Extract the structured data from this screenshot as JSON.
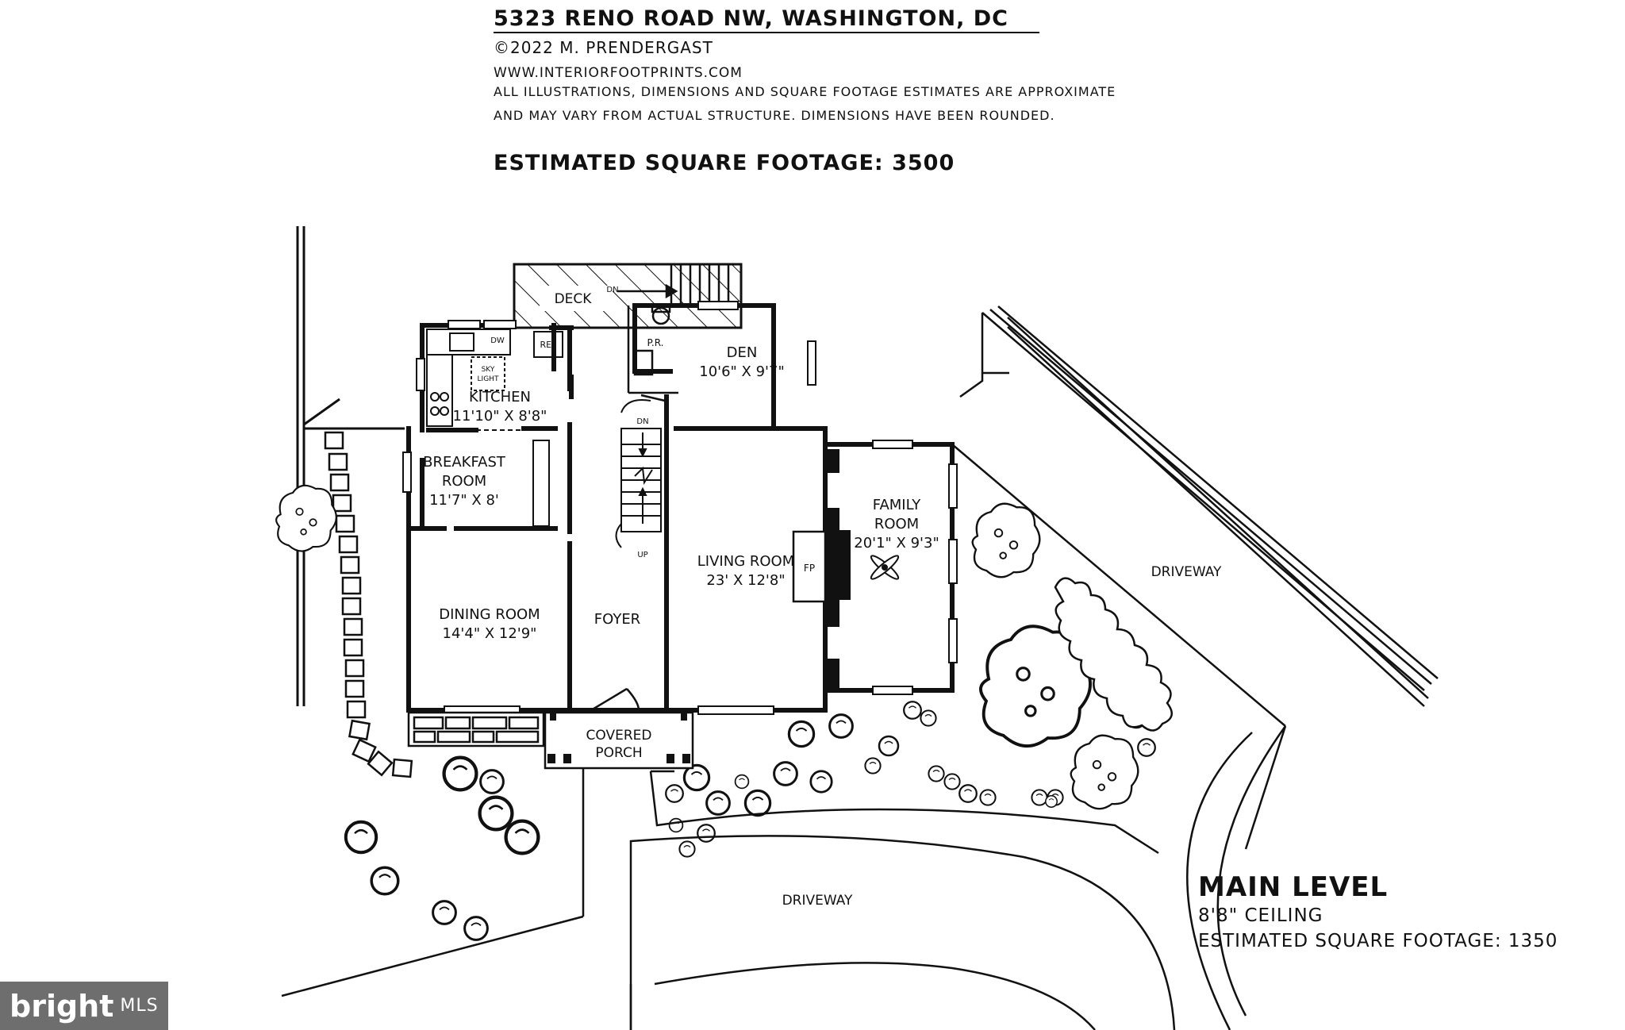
{
  "header": {
    "address": "5323 Reno Road NW, Washington, DC",
    "copyright": "©2022 M. Prendergast",
    "website": "www.interiorfootprints.com",
    "disclaimer_line1": "All illustrations, dimensions and square footage estimates are approximate",
    "disclaimer_line2": "and may vary from actual structure. Dimensions have been rounded.",
    "total_sqft": "Estimated Square Footage: 3500"
  },
  "rooms": {
    "deck": "Deck",
    "deck_stairs": "DN",
    "powder_room": "P.R.",
    "den": {
      "name": "Den",
      "dims": "10'6\" x 9'7\""
    },
    "kitchen": {
      "name": "Kitchen",
      "dims": "11'10\" x 8'8\""
    },
    "skylight_1": "Sky",
    "skylight_2": "Light",
    "dishwasher": "DW",
    "refrigerator": "REF",
    "breakfast": {
      "name1": "Breakfast",
      "name2": "Room",
      "dims": "11'7\" x 8'"
    },
    "dining": {
      "name": "Dining Room",
      "dims": "14'4\" x 12'9\""
    },
    "foyer": "Foyer",
    "stairs_dn": "DN",
    "stairs_up": "UP",
    "living": {
      "name": "Living Room",
      "dims": "23' x 12'8\""
    },
    "fireplace": "FP",
    "family": {
      "name1": "Family",
      "name2": "Room",
      "dims": "20'1\" x 9'3\""
    },
    "porch": {
      "name1": "Covered",
      "name2": "Porch"
    }
  },
  "site": {
    "driveway_right": "Driveway",
    "driveway_bottom": "Driveway"
  },
  "level": {
    "name": "Main Level",
    "ceiling": "8'8\" Ceiling",
    "sqft": "Estimated Square Footage: 1350"
  },
  "watermark": {
    "brand": "bright",
    "suffix": "MLS"
  }
}
